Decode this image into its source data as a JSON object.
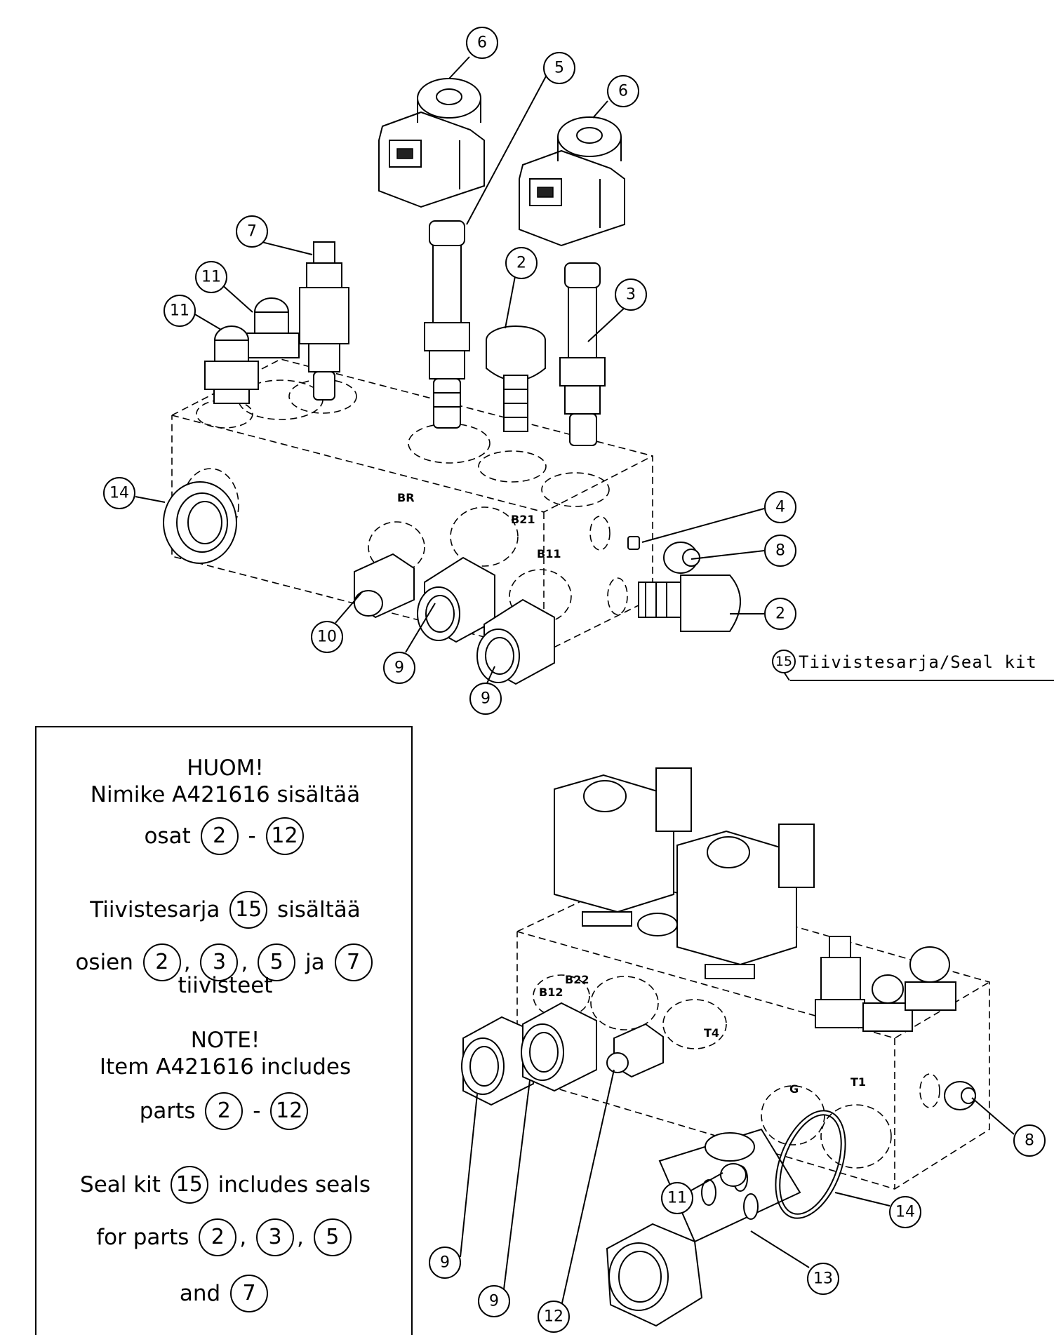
{
  "callouts": {
    "c6a": "6",
    "c5": "5",
    "c6b": "6",
    "c7": "7",
    "c11a": "11",
    "c11b": "11",
    "c2a": "2",
    "c3": "3",
    "c14a": "14",
    "c4": "4",
    "c8a": "8",
    "c2b": "2",
    "c10": "10",
    "c9a": "9",
    "c9b": "9",
    "c15": "15",
    "c9c": "9",
    "c9d": "9",
    "c12": "12",
    "c11c": "11",
    "c14b": "14",
    "c13": "13",
    "c8b": "8"
  },
  "ports": {
    "br": "BR",
    "b21": "B21",
    "b11": "B11",
    "b22": "B22",
    "b12": "B12",
    "t4": "T4",
    "g": "G",
    "t1": "T1"
  },
  "seal_kit_label": "Tiivistesarja/Seal kit",
  "note": {
    "fi_title": "HUOM!",
    "fi_line1": "Nimike A421616 sisältää",
    "fi_osat": "osat",
    "fi_range_from": "2",
    "fi_dash": "-",
    "fi_range_to": "12",
    "fi_kit": "Tiivistesarja",
    "fi_kit_num": "15",
    "fi_contains": "sisältää",
    "fi_osien": "osien",
    "fi_p2": "2",
    "fi_p3": "3",
    "fi_p5": "5",
    "fi_ja": "ja",
    "fi_p7": "7",
    "fi_seals": "tiivisteet",
    "en_title": "NOTE!",
    "en_line1": "Item A421616 includes",
    "en_parts": "parts",
    "en_range_from": "2",
    "en_dash": "-",
    "en_range_to": "12",
    "en_kit": "Seal kit",
    "en_kit_num": "15",
    "en_includes": "includes seals",
    "en_for_parts": "for parts",
    "en_p2": "2",
    "en_p3": "3",
    "en_p5": "5",
    "en_and": "and",
    "en_p7": "7"
  }
}
